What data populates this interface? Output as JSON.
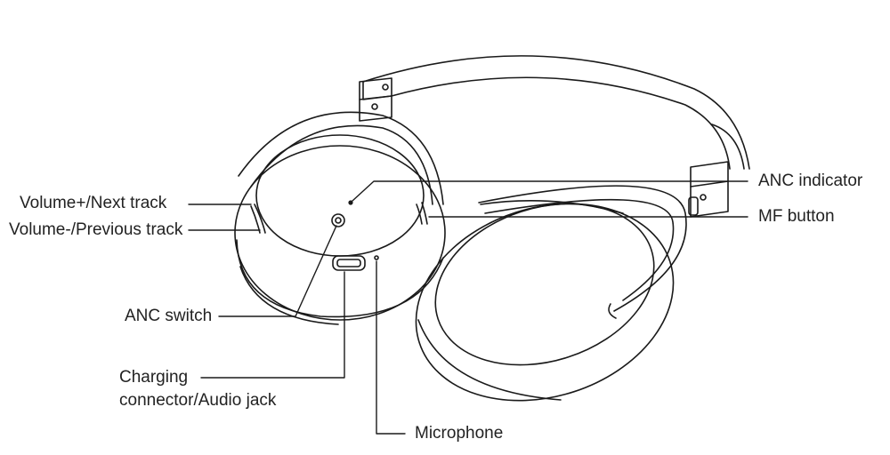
{
  "callouts": {
    "volume_plus": "Volume+/Next track",
    "volume_minus": "Volume-/Previous track",
    "anc_switch": "ANC switch",
    "charging_line1": "Charging",
    "charging_line2": "connector/Audio jack",
    "microphone": "Microphone",
    "anc_indicator": "ANC indicator",
    "mf_button": "MF button"
  },
  "colors": {
    "stroke": "#1a1a1a",
    "text": "#222222",
    "background": "#ffffff"
  }
}
